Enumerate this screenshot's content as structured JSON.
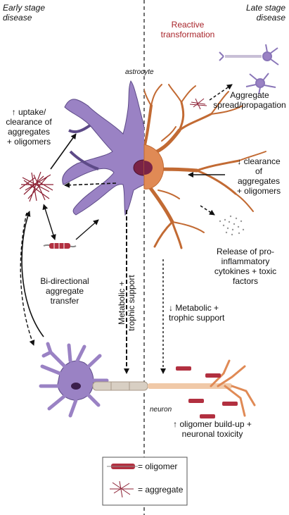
{
  "labels": {
    "early_stage": [
      "Early stage",
      "disease"
    ],
    "late_stage": [
      "Late stage",
      "disease"
    ],
    "reactive": [
      "Reactive",
      "transformation"
    ],
    "astrocyte": "astrocyte",
    "neuron": "neuron",
    "uptake": [
      "↑ uptake/",
      "clearance of",
      "aggregates",
      "+ oligomers"
    ],
    "aggregate_spread": [
      "Aggregate",
      "spread/propagation"
    ],
    "clearance_down": [
      "↓ clearance",
      "of",
      "aggregates",
      "+ oligomers"
    ],
    "release": [
      "Release of pro-",
      "inflammatory",
      "cytokines + toxic",
      "factors"
    ],
    "bidirectional": [
      "Bi-directional",
      "aggregate",
      "transfer"
    ],
    "metabolic_up": [
      "Metabolic +",
      "trophic support"
    ],
    "metabolic_down": [
      "↓ Metabolic +",
      "trophic support"
    ],
    "oligomer_buildup": [
      "↑ oligomer build-up +",
      "neuronal toxicity"
    ]
  },
  "legend": {
    "oligomer": "= oligomer",
    "aggregate": "= aggregate"
  },
  "colors": {
    "healthy_purple": "#9a82c4",
    "reactive_orange": "#e08a55",
    "label_red": "#a8242a",
    "aggregate_red": "#8c1f33",
    "oligomer_red": "#b23040"
  }
}
